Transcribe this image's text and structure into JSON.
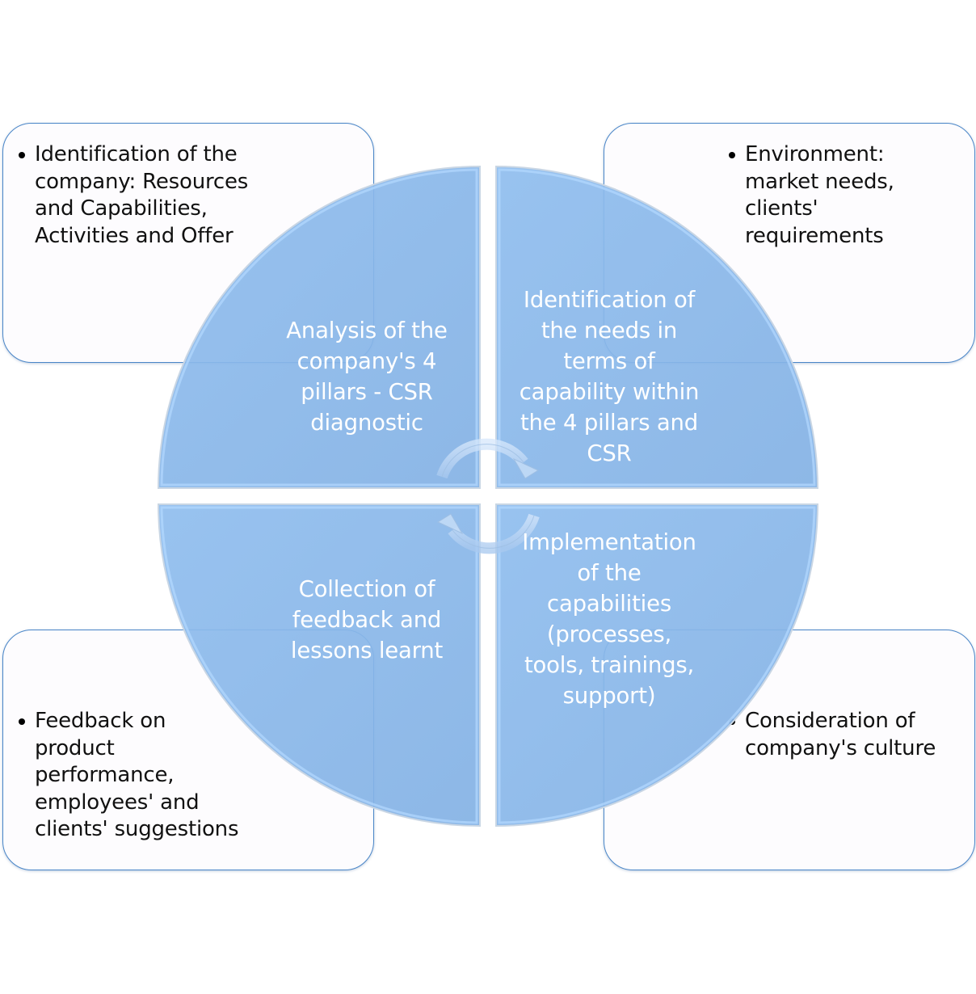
{
  "diagram": {
    "type": "four-quadrant cycle",
    "colors": {
      "quadrant_fill": "#8ab8e8",
      "quadrant_highlight": "#a9d2ff",
      "box_border": "#4a86c8",
      "box_fill": "#fdfcfe",
      "quadrant_text": "#ffffff",
      "box_text": "#111111"
    },
    "quadrants": [
      {
        "position": "top-left",
        "label": "Analysis of the company's 4 pillars - CSR diagnostic",
        "lines": [
          "Analysis of the",
          "company's 4",
          "pillars - CSR",
          "diagnostic"
        ]
      },
      {
        "position": "top-right",
        "label": "Identification of the needs in terms of capability within the 4 pillars and CSR",
        "lines": [
          "Identification of",
          "the needs in",
          "terms of",
          "capability within",
          "the 4 pillars and",
          "CSR"
        ]
      },
      {
        "position": "bottom-left",
        "label": "Collection of feedback and lessons learnt",
        "lines": [
          "Collection of",
          "feedback and",
          "lessons learnt"
        ]
      },
      {
        "position": "bottom-right",
        "label": "Implementation of the capabilities (processes, tools, trainings, support)",
        "lines": [
          "Implementation",
          "of the",
          "capabilities",
          "(processes,",
          "tools, trainings,",
          "support)"
        ]
      }
    ],
    "boxes": [
      {
        "position": "top-left",
        "bullet": "Identification of the company: Resources and Capabilities, Activities and Offer",
        "lines": [
          "Identification of the",
          "company: Resources",
          "and Capabilities,",
          "Activities and Offer"
        ]
      },
      {
        "position": "top-right",
        "bullet": "Environment: market needs, clients' requirements",
        "lines": [
          "Environment:",
          "market needs,",
          "clients'",
          "requirements"
        ]
      },
      {
        "position": "bottom-left",
        "bullet": "Feedback on product performance, employees' and clients' suggestions",
        "lines": [
          "Feedback on",
          "product",
          "performance,",
          "employees' and",
          "clients' suggestions"
        ]
      },
      {
        "position": "bottom-right",
        "bullet": "Consideration of company's culture",
        "lines": [
          "Consideration of",
          "company's culture"
        ]
      }
    ],
    "center_icon": "circular-arrows-cycle-icon"
  }
}
